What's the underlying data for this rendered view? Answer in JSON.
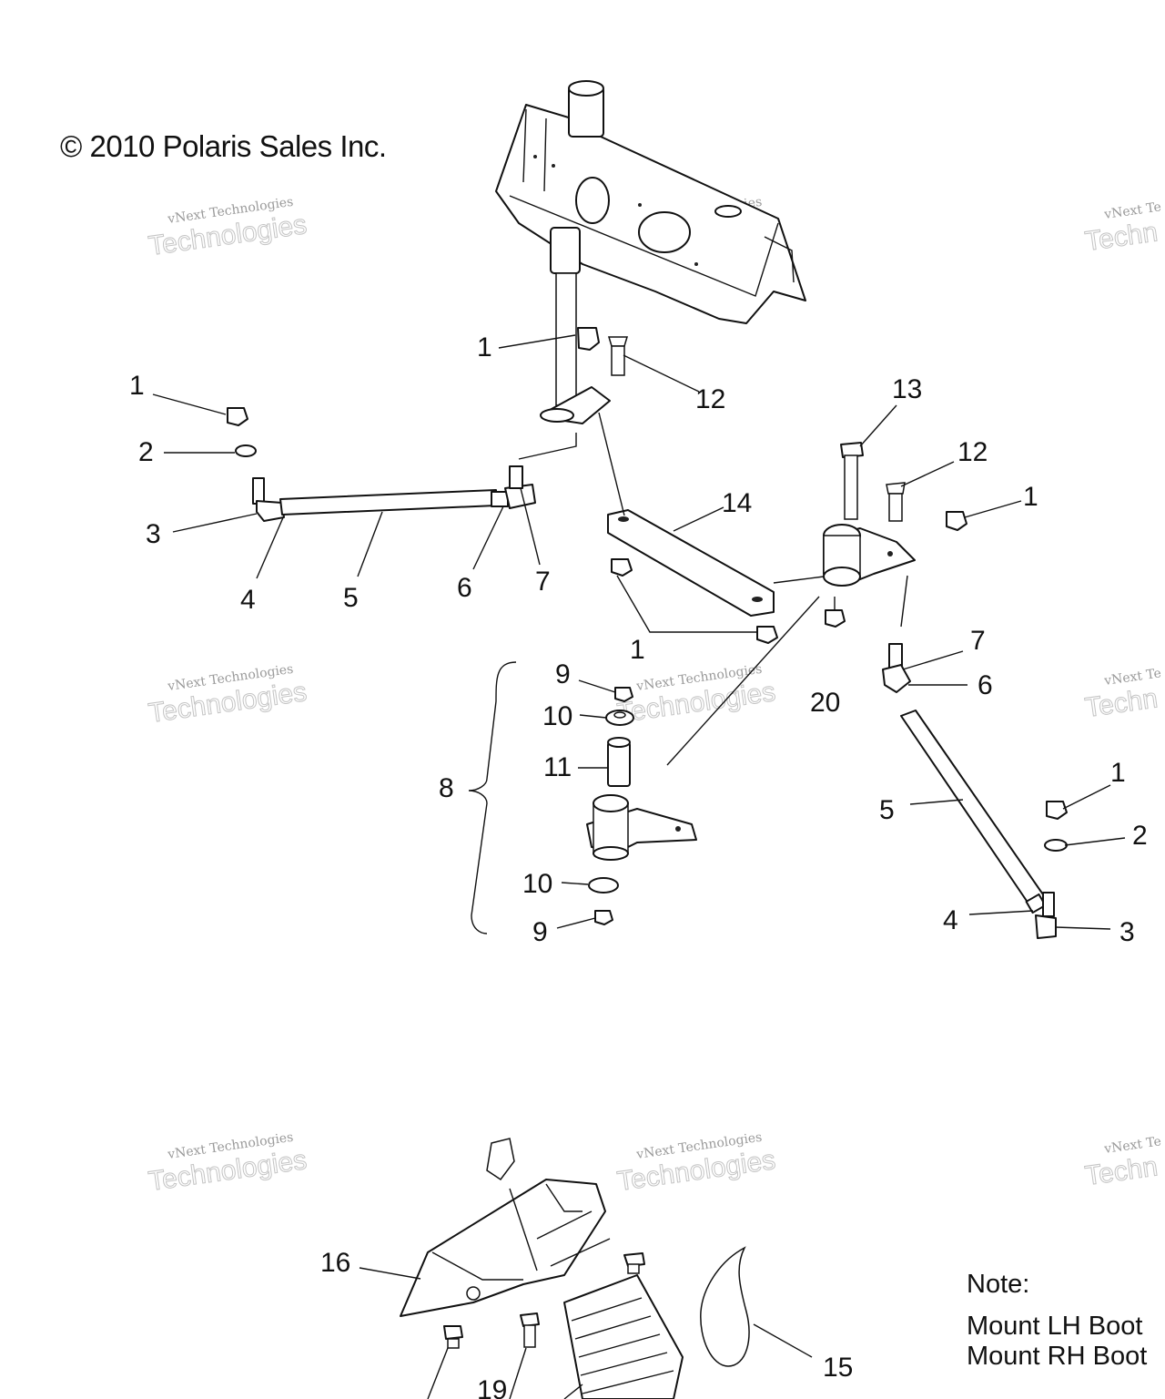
{
  "copyright": "© 2010 Polaris Sales Inc.",
  "watermark": {
    "line1": "vNext Technologies",
    "line2": "Technologies",
    "edge_line1": "vNext Te",
    "edge_line2": "Techn"
  },
  "note": {
    "title": "Note:",
    "line1": "Mount LH Boot",
    "line2": "Mount RH Boot"
  },
  "callouts": {
    "c01": "1",
    "c02": "12",
    "c03": "1",
    "c04": "2",
    "c05": "3",
    "c06": "4",
    "c07": "5",
    "c08": "6",
    "c09": "7",
    "c10": "13",
    "c11": "12",
    "c12": "1",
    "c13": "14",
    "c14": "1",
    "c15": "9",
    "c16": "10",
    "c17": "11",
    "c18": "8",
    "c19": "10",
    "c20": "9",
    "c21": "20",
    "c22": "7",
    "c23": "6",
    "c24": "5",
    "c25": "1",
    "c26": "2",
    "c27": "4",
    "c28": "3",
    "c29": "16",
    "c30": "15",
    "c31": "19"
  }
}
